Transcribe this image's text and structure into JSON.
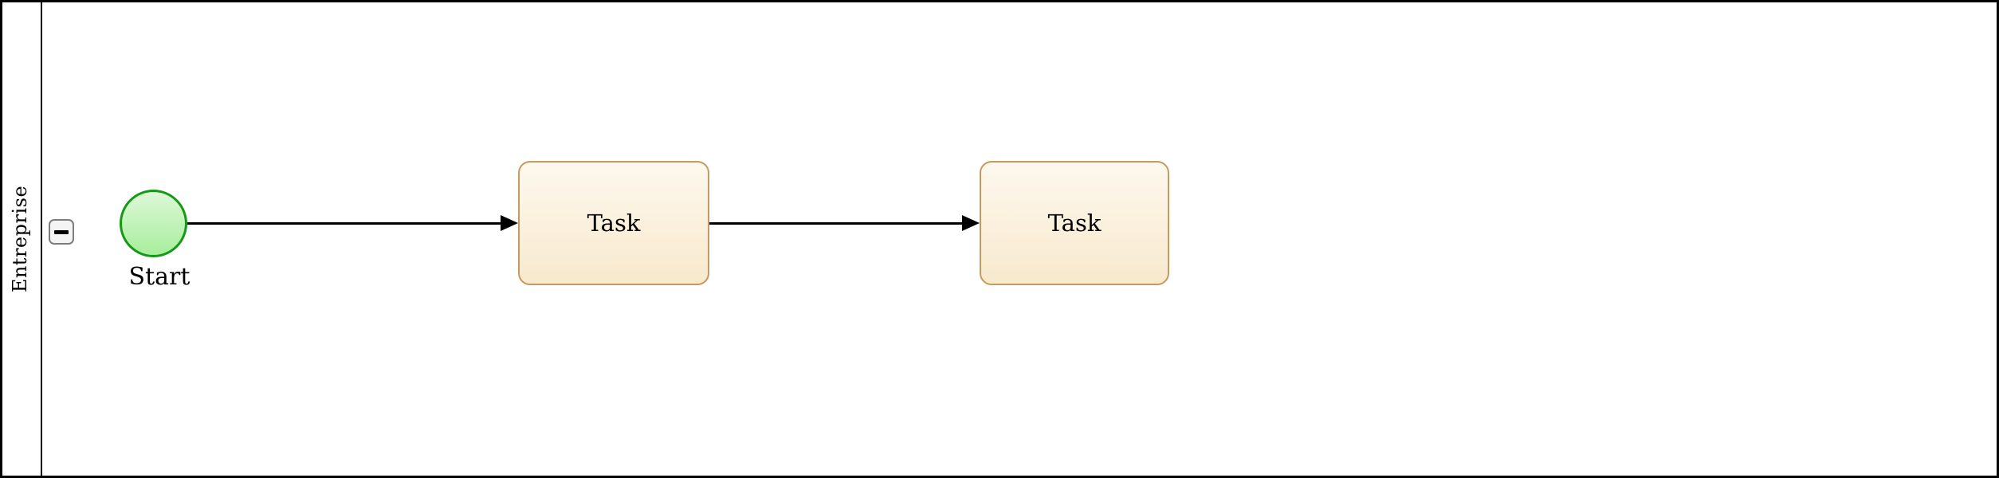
{
  "pool": {
    "label": "Entreprise",
    "collapse_icon": "minus-icon"
  },
  "nodes": [
    {
      "type": "start-event",
      "label": "Start"
    },
    {
      "type": "task",
      "label": "Task"
    },
    {
      "type": "task",
      "label": "Task"
    }
  ],
  "flows": [
    {
      "from": "start-event",
      "to": "task-1",
      "direction": "right"
    },
    {
      "from": "task-1",
      "to": "task-2",
      "direction": "right"
    }
  ],
  "colors": {
    "pool_border": "#000000",
    "start_border": "#159a15",
    "start_fill_top": "#def8d7",
    "start_fill_bottom": "#a7ee9d",
    "task_border": "#c49a5f",
    "task_fill_top": "#fdf8ee",
    "task_fill_bottom": "#f8e9cd",
    "flow": "#000000"
  }
}
